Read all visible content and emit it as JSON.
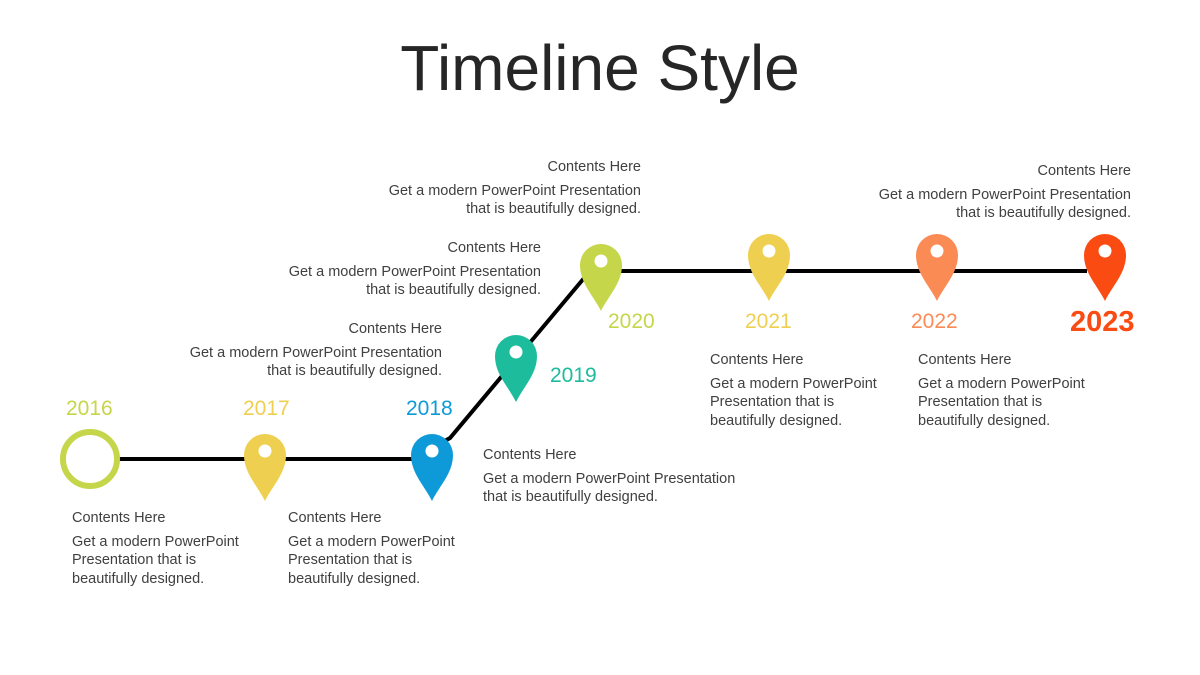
{
  "title": "Timeline Style",
  "colors": {
    "line": "#000000",
    "y2016": "#c6d64a",
    "y2017": "#efcf4f",
    "y2018": "#0e9ad8",
    "y2019": "#1dbc9c",
    "y2020": "#c6d64a",
    "y2021": "#efcf4f",
    "y2022": "#fb8b55",
    "y2023": "#fa4b12"
  },
  "milestones": [
    {
      "year": "2016",
      "heading": "Contents Here",
      "text": "Get a modern PowerPoint\nPresentation that is\nbeautifully designed.",
      "marker": "ring"
    },
    {
      "year": "2017",
      "heading": "Contents Here",
      "text": "Get a modern PowerPoint\nPresentation that is\nbeautifully designed.",
      "marker": "pin"
    },
    {
      "year": "2018",
      "heading": "Contents Here",
      "text": "Get a modern PowerPoint  Presentation\nthat is beautifully designed.",
      "marker": "pin"
    },
    {
      "year": "2019",
      "heading": "Contents Here",
      "text": "Get a modern PowerPoint  Presentation\nthat is beautifully designed.",
      "marker": "pin"
    },
    {
      "year": "2020",
      "heading": "Contents Here",
      "text": "Get a modern PowerPoint  Presentation\nthat is beautifully designed.",
      "marker": "pin"
    },
    {
      "year": "2021",
      "heading": "Contents Here",
      "text": "Get a modern PowerPoint\nPresentation that is\nbeautifully designed.",
      "marker": "pin"
    },
    {
      "year": "2022",
      "heading": "Contents Here",
      "text": "Get a modern PowerPoint\nPresentation that is\nbeautifully designed.",
      "marker": "pin"
    },
    {
      "year": "2023",
      "heading": "Contents Here",
      "text": "Get a modern PowerPoint  Presentation\nthat is beautifully designed.",
      "marker": "pin"
    }
  ],
  "extra_block": {
    "heading": "Contents Here",
    "text": "Get a modern PowerPoint  Presentation\nthat is beautifully designed."
  }
}
